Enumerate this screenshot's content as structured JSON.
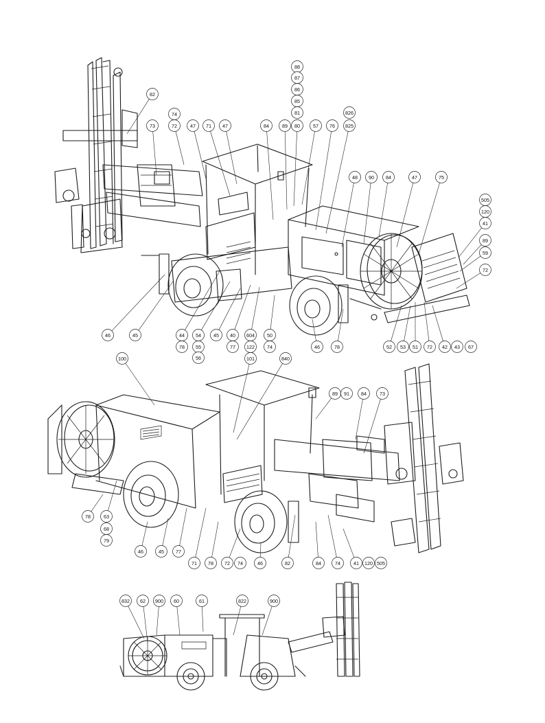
{
  "views": [
    {
      "id": "view-1",
      "callouts": [
        {
          "label": "82",
          "b": [
            222,
            137
          ],
          "t": [
            185,
            195
          ]
        },
        {
          "label": "88",
          "b": [
            433,
            97
          ]
        },
        {
          "label": "87",
          "b": [
            433,
            113
          ]
        },
        {
          "label": "86",
          "b": [
            433,
            130
          ]
        },
        {
          "label": "85",
          "b": [
            433,
            147
          ]
        },
        {
          "label": "81",
          "b": [
            433,
            164
          ]
        },
        {
          "label": "80",
          "b": [
            433,
            183
          ],
          "t": [
            428,
            300
          ]
        },
        {
          "label": "74",
          "b": [
            254,
            166
          ]
        },
        {
          "label": "72",
          "b": [
            254,
            183
          ],
          "t": [
            268,
            240
          ]
        },
        {
          "label": "73",
          "b": [
            222,
            183
          ],
          "t": [
            228,
            255
          ]
        },
        {
          "label": "47",
          "b": [
            281,
            183
          ],
          "t": [
            300,
            260
          ]
        },
        {
          "label": "71",
          "b": [
            304,
            183
          ],
          "t": [
            335,
            285
          ]
        },
        {
          "label": "47",
          "b": [
            328,
            183
          ],
          "t": [
            345,
            268
          ]
        },
        {
          "label": "84",
          "b": [
            388,
            183
          ],
          "t": [
            398,
            320
          ]
        },
        {
          "label": "89",
          "b": [
            415,
            183
          ],
          "t": [
            418,
            305
          ]
        },
        {
          "label": "57",
          "b": [
            460,
            183
          ],
          "t": [
            440,
            298
          ]
        },
        {
          "label": "826",
          "b": [
            509,
            164
          ]
        },
        {
          "label": "825",
          "b": [
            509,
            183
          ],
          "t": [
            475,
            340
          ]
        },
        {
          "label": "76",
          "b": [
            484,
            183
          ],
          "t": [
            460,
            335
          ]
        },
        {
          "label": "48",
          "b": [
            517,
            258
          ],
          "t": [
            498,
            360
          ]
        },
        {
          "label": "90",
          "b": [
            541,
            258
          ],
          "t": [
            530,
            355
          ]
        },
        {
          "label": "84",
          "b": [
            566,
            258
          ],
          "t": [
            552,
            345
          ]
        },
        {
          "label": "47",
          "b": [
            604,
            258
          ],
          "t": [
            578,
            360
          ]
        },
        {
          "label": "75",
          "b": [
            643,
            258
          ],
          "t": [
            610,
            370
          ]
        },
        {
          "label": "505",
          "b": [
            707,
            291
          ]
        },
        {
          "label": "120",
          "b": [
            707,
            308
          ]
        },
        {
          "label": "41",
          "b": [
            707,
            325
          ],
          "t": [
            668,
            375
          ]
        },
        {
          "label": "89",
          "b": [
            707,
            350
          ],
          "t": [
            675,
            385
          ]
        },
        {
          "label": "59",
          "b": [
            707,
            368
          ],
          "t": [
            670,
            395
          ]
        },
        {
          "label": "72",
          "b": [
            707,
            393
          ],
          "t": [
            665,
            420
          ]
        },
        {
          "label": "46",
          "b": [
            157,
            488
          ],
          "t": [
            240,
            400
          ]
        },
        {
          "label": "45",
          "b": [
            197,
            488
          ],
          "t": [
            252,
            410
          ]
        },
        {
          "label": "44",
          "b": [
            265,
            488
          ],
          "t": [
            320,
            395
          ]
        },
        {
          "label": "78",
          "b": [
            265,
            505
          ]
        },
        {
          "label": "54",
          "b": [
            289,
            488
          ],
          "t": [
            335,
            410
          ]
        },
        {
          "label": "55",
          "b": [
            289,
            505
          ]
        },
        {
          "label": "56",
          "b": [
            289,
            521
          ]
        },
        {
          "label": "45",
          "b": [
            315,
            488
          ],
          "t": [
            350,
            420
          ]
        },
        {
          "label": "40",
          "b": [
            339,
            488
          ],
          "t": [
            365,
            415
          ]
        },
        {
          "label": "77",
          "b": [
            339,
            505
          ]
        },
        {
          "label": "604",
          "b": [
            365,
            488
          ],
          "t": [
            378,
            418
          ]
        },
        {
          "label": "122",
          "b": [
            365,
            505
          ]
        },
        {
          "label": "50",
          "b": [
            393,
            488
          ],
          "t": [
            400,
            430
          ]
        },
        {
          "label": "74",
          "b": [
            393,
            505
          ]
        },
        {
          "label": "46",
          "b": [
            462,
            505
          ],
          "t": [
            455,
            465
          ]
        },
        {
          "label": "78",
          "b": [
            491,
            505
          ],
          "t": [
            500,
            450
          ]
        },
        {
          "label": "52",
          "b": [
            567,
            505
          ],
          "t": [
            585,
            445
          ]
        },
        {
          "label": "53",
          "b": [
            587,
            505
          ],
          "t": [
            598,
            445
          ]
        },
        {
          "label": "51",
          "b": [
            605,
            505
          ],
          "t": [
            605,
            440
          ]
        },
        {
          "label": "72",
          "b": [
            626,
            505
          ],
          "t": [
            618,
            440
          ]
        },
        {
          "label": "42",
          "b": [
            648,
            505
          ],
          "t": [
            630,
            445
          ]
        },
        {
          "label": "43",
          "b": [
            666,
            505
          ]
        },
        {
          "label": "67",
          "b": [
            686,
            505
          ]
        }
      ]
    },
    {
      "id": "view-2",
      "callouts": [
        {
          "label": "100",
          "b": [
            178,
            522
          ],
          "t": [
            225,
            590
          ]
        },
        {
          "label": "101",
          "b": [
            365,
            522
          ],
          "t": [
            340,
            630
          ]
        },
        {
          "label": "840",
          "b": [
            416,
            522
          ],
          "t": [
            345,
            640
          ]
        },
        {
          "label": "89",
          "b": [
            488,
            573
          ],
          "t": [
            460,
            610
          ]
        },
        {
          "label": "91",
          "b": [
            505,
            573
          ]
        },
        {
          "label": "84",
          "b": [
            530,
            573
          ],
          "t": [
            518,
            640
          ]
        },
        {
          "label": "73",
          "b": [
            557,
            573
          ],
          "t": [
            530,
            660
          ]
        },
        {
          "label": "78",
          "b": [
            128,
            752
          ],
          "t": [
            150,
            720
          ]
        },
        {
          "label": "63",
          "b": [
            155,
            752
          ],
          "t": [
            170,
            700
          ]
        },
        {
          "label": "68",
          "b": [
            155,
            770
          ]
        },
        {
          "label": "79",
          "b": [
            155,
            787
          ]
        },
        {
          "label": "46",
          "b": [
            205,
            803
          ],
          "t": [
            215,
            760
          ]
        },
        {
          "label": "45",
          "b": [
            235,
            803
          ],
          "t": [
            245,
            755
          ]
        },
        {
          "label": "77",
          "b": [
            260,
            803
          ],
          "t": [
            272,
            740
          ]
        },
        {
          "label": "71",
          "b": [
            283,
            820
          ],
          "t": [
            300,
            740
          ]
        },
        {
          "label": "78",
          "b": [
            307,
            820
          ],
          "t": [
            318,
            760
          ]
        },
        {
          "label": "72",
          "b": [
            331,
            820
          ],
          "t": [
            350,
            770
          ]
        },
        {
          "label": "74",
          "b": [
            350,
            820
          ]
        },
        {
          "label": "46",
          "b": [
            379,
            820
          ],
          "t": [
            380,
            790
          ]
        },
        {
          "label": "82",
          "b": [
            419,
            820
          ],
          "t": [
            430,
            750
          ]
        },
        {
          "label": "84",
          "b": [
            464,
            820
          ],
          "t": [
            460,
            760
          ]
        },
        {
          "label": "74",
          "b": [
            492,
            820
          ],
          "t": [
            478,
            750
          ]
        },
        {
          "label": "41",
          "b": [
            519,
            820
          ],
          "t": [
            500,
            770
          ]
        },
        {
          "label": "120",
          "b": [
            537,
            820
          ]
        },
        {
          "label": "505",
          "b": [
            555,
            820
          ]
        }
      ]
    },
    {
      "id": "view-3",
      "callouts": [
        {
          "label": "832",
          "b": [
            183,
            875
          ],
          "t": [
            210,
            930
          ]
        },
        {
          "label": "62",
          "b": [
            208,
            875
          ],
          "t": [
            215,
            935
          ]
        },
        {
          "label": "900",
          "b": [
            232,
            875
          ],
          "t": [
            228,
            925
          ]
        },
        {
          "label": "60",
          "b": [
            257,
            875
          ],
          "t": [
            262,
            925
          ]
        },
        {
          "label": "61",
          "b": [
            294,
            875
          ],
          "t": [
            296,
            920
          ]
        },
        {
          "label": "822",
          "b": [
            353,
            875
          ],
          "t": [
            340,
            925
          ]
        },
        {
          "label": "900",
          "b": [
            399,
            875
          ],
          "t": [
            382,
            925
          ]
        }
      ]
    }
  ]
}
